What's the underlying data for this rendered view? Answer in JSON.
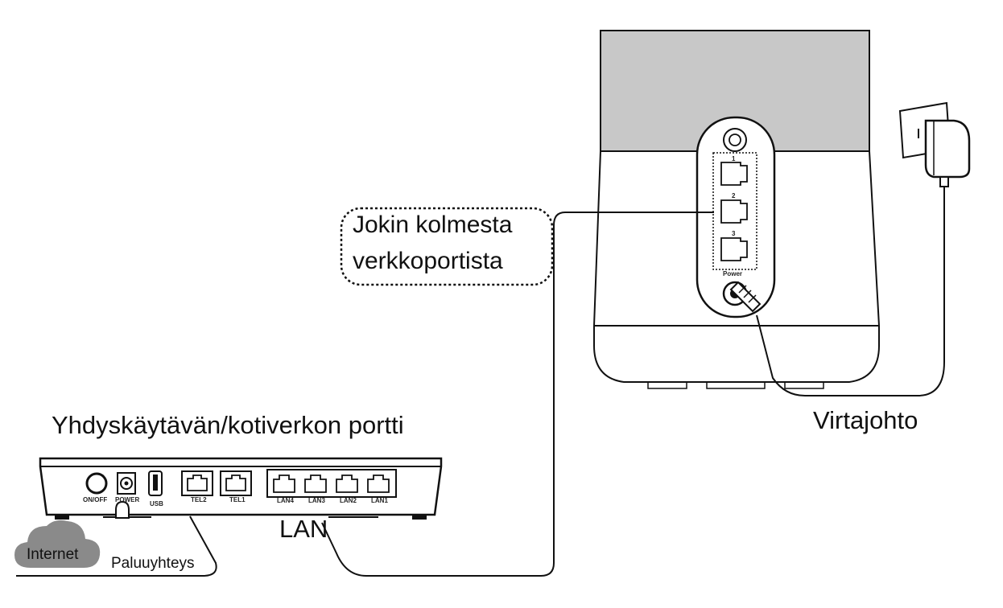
{
  "labels": {
    "lan_port_callout_line1": "Jokin kolmesta",
    "lan_port_callout_line2": "verkkoportista",
    "gateway_title": "Yhdyskäytävän/kotiverkon portti",
    "power_cable": "Virtajohto",
    "lan": "LAN",
    "internet": "Internet",
    "uplink": "Paluuyhteys"
  },
  "router_ports": {
    "port1": "1",
    "port2": "2",
    "port3": "3",
    "power": "Power"
  },
  "gateway_ports": {
    "on_off": "ON/OFF",
    "power": "POWER",
    "usb": "USB",
    "tel2": "TEL2",
    "tel1": "TEL1",
    "lan4": "LAN4",
    "lan3": "LAN3",
    "lan2": "LAN2",
    "lan1": "LAN1"
  },
  "colors": {
    "router_top": "#c8c8c8",
    "cloud": "#8a8a8a",
    "line": "#111111"
  }
}
